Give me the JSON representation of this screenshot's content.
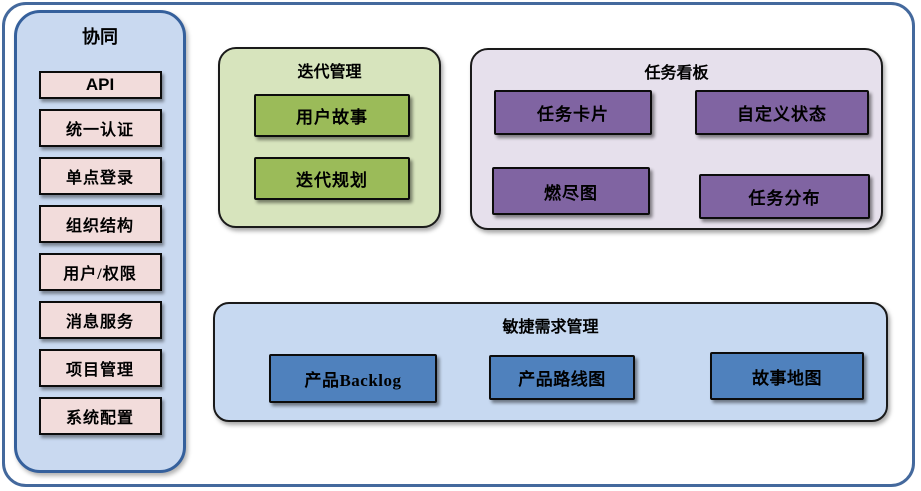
{
  "sidebar": {
    "title": "协同",
    "items": [
      "API",
      "统一认证",
      "单点登录",
      "组织结构",
      "用户/权限",
      "消息服务",
      "项目管理",
      "系统配置"
    ]
  },
  "groups": {
    "iteration": {
      "title": "迭代管理",
      "items": [
        "用户故事",
        "迭代规划"
      ]
    },
    "kanban": {
      "title": "任务看板",
      "items": [
        "任务卡片",
        "自定义状态",
        "燃尽图",
        "任务分布"
      ]
    },
    "agile": {
      "title": "敏捷需求管理",
      "items": [
        "产品Backlog",
        "产品路线图",
        "故事地图"
      ]
    }
  },
  "colors": {
    "frame-border": "#44699d",
    "sidebar-border": "#35609c",
    "sidebar-fill": "#c9d9f0",
    "pink-fill": "#f2dcdb",
    "green-light": "#d7e4bd",
    "green-accent": "#9bbb59",
    "lavender-light": "#e6e0ec",
    "purple-accent": "#8064a2",
    "blue-light": "#c7d9f1",
    "blue-accent": "#4f81bd"
  }
}
